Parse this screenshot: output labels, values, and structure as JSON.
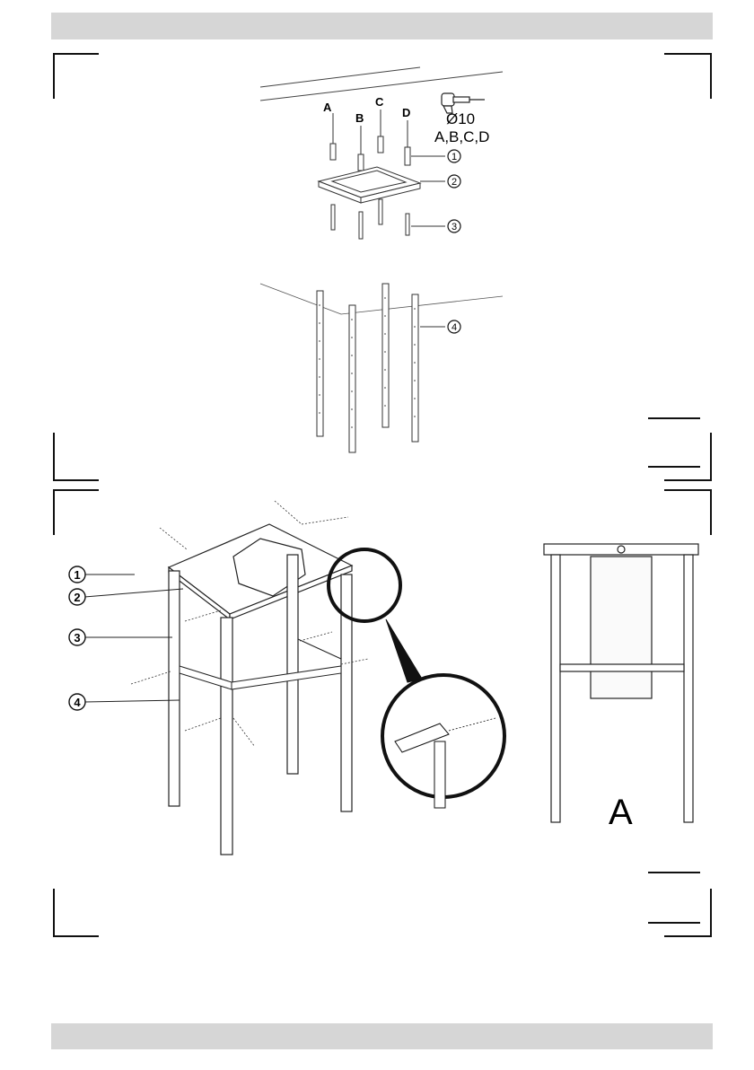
{
  "step1": {
    "ceiling_anchor_labels": [
      "A",
      "B",
      "C",
      "D"
    ],
    "drill_diameter": "Ø10",
    "drill_positions": "A,B,C,D",
    "callouts": [
      "1",
      "2",
      "3",
      "4"
    ]
  },
  "step2": {
    "callouts": [
      "1",
      "2",
      "3",
      "4"
    ],
    "view_label": "A"
  }
}
